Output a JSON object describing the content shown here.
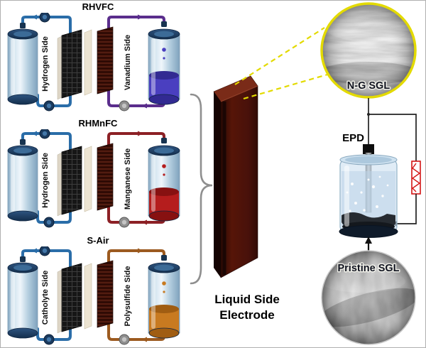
{
  "units": [
    {
      "title": "RHVFC",
      "left_label": "Hydrogen Side",
      "right_label": "Vanadium Side",
      "vars": "--tube:#2a6da8;--tube2:#5a2d8c;--liquid:#4a3fc0;--liquid2:#322a92"
    },
    {
      "title": "RHMnFC",
      "left_label": "Hydrogen Side",
      "right_label": "Manganese Side",
      "vars": "--tube:#2a6da8;--tube2:#8c2025;--liquid:#b51d1d;--liquid2:#871111"
    },
    {
      "title": "S-Air",
      "left_label": "Catholyte Side",
      "right_label": "Polysulfide Side",
      "vars": "--tube:#2a6da8;--tube2:#9c5a1f;--liquid:#c87a20;--liquid2:#a05d12"
    }
  ],
  "electrode": {
    "label_line1": "Liquid Side",
    "label_line2": "Electrode"
  },
  "right_panel": {
    "ng_label": "N-G SGL",
    "epd_label": "EPD",
    "pristine_label": "Pristine SGL"
  },
  "colors": {
    "callout_yellow": "#e3da00",
    "slab_front": "#4e150a",
    "slab_top": "#7a2b18",
    "wire": "#222222",
    "resistor_red": "#d41414",
    "tube_blue": "#2a6da8",
    "tube_purple": "#5a2d8c",
    "tube_darkred": "#8c2025",
    "tube_brown": "#9c5a1f",
    "liquid_blue": "#4a3fc0",
    "liquid_red": "#b51d1d",
    "liquid_orange": "#c87a20",
    "brace_gray": "#8f8f8f"
  }
}
